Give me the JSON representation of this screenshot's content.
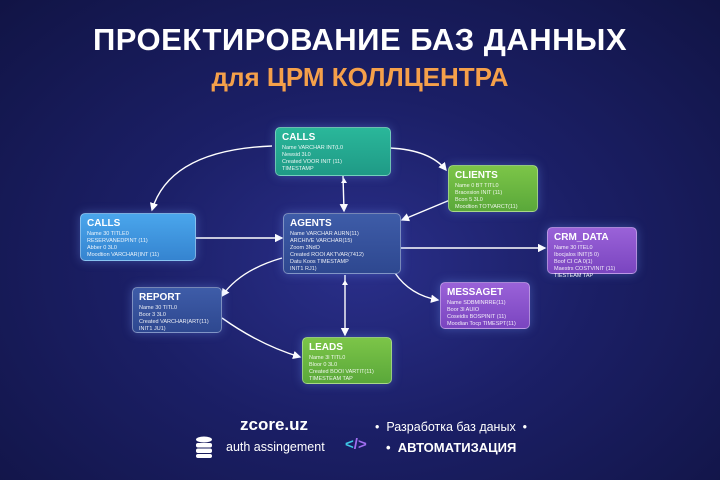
{
  "header": {
    "title": "ПРОЕКТИРОВАНИЕ БАЗ ДАННЫХ",
    "subtitle": "для ЦРМ КОЛЛЦЕНТРА"
  },
  "tables": [
    {
      "id": "calls-top",
      "name": "CALLS",
      "fields": [
        "Name VARCHAR INT(L0",
        "Newsid 3L0",
        "Created VOOR INIT (11)",
        "TIMESTAMP"
      ],
      "color": "#2ab79a"
    },
    {
      "id": "calls-left",
      "name": "CALLS",
      "fields": [
        "Name 30 TITLE0",
        "RESERVANEDPINT (11)",
        "Abber 0 3L0",
        "Moodtion VARCHAR(INT (11)"
      ],
      "color": "#4aa6ec"
    },
    {
      "id": "agents",
      "name": "AGENTS",
      "fields": [
        "Name VARCHAR AURN(11)",
        "ARCHIVE VARCHAR(15)",
        "Zoom 3NdO",
        "Created ROOI AKTVAR(7412)",
        "Datu Koos TIMESTAMP",
        "INIT1 RJ1)"
      ],
      "color": "#3e5ca8"
    },
    {
      "id": "clients",
      "name": "CLIENTS",
      "fields": [
        "Name 0 BT TITL0",
        "Bracesion INIT (11)",
        "Bcon 5 3L0",
        "Moodtion TOTVARCT(11)"
      ],
      "color": "#7cc548"
    },
    {
      "id": "crm-data",
      "name": "CRM_DATA",
      "fields": [
        "Name 30 ITEL0",
        "Ibocjalos INIT(5 0)",
        "Boof CI CA 0(1)",
        "Maestrs COSTVINIT (11)",
        "TIESTEAM TAP"
      ],
      "color": "#9a62d8"
    },
    {
      "id": "messaget",
      "name": "MESSAGET",
      "fields": [
        "Name SDBMINRRE(11)",
        "Boor 3l AUIO",
        "Coseidis BOSPINIT (11)",
        "Moodian Tocp TIMESPT(11)"
      ],
      "color": "#9a62d8"
    },
    {
      "id": "report",
      "name": "REPORT",
      "fields": [
        "Name 30 TITL0",
        "Boor 3 3L0",
        "Created VARCHAR(ART(11)",
        "INIT1 JU1)"
      ],
      "color": "#3e5ca8"
    },
    {
      "id": "leads",
      "name": "LEADS",
      "fields": [
        "Name 3l TITL0",
        "Bloor 0 3L0",
        "Created BOOI VARTIT(11)",
        "TIMESTEAM TAP"
      ],
      "color": "#7cc548"
    }
  ],
  "footer": {
    "site": "zcore.uz",
    "tagline": "auth assingement",
    "bullet1": "Разработка баз даных",
    "bullet2": "АВТОМАТИЗАЦИЯ",
    "icon_left": "database-icon",
    "icon_mid": "code-icon"
  }
}
